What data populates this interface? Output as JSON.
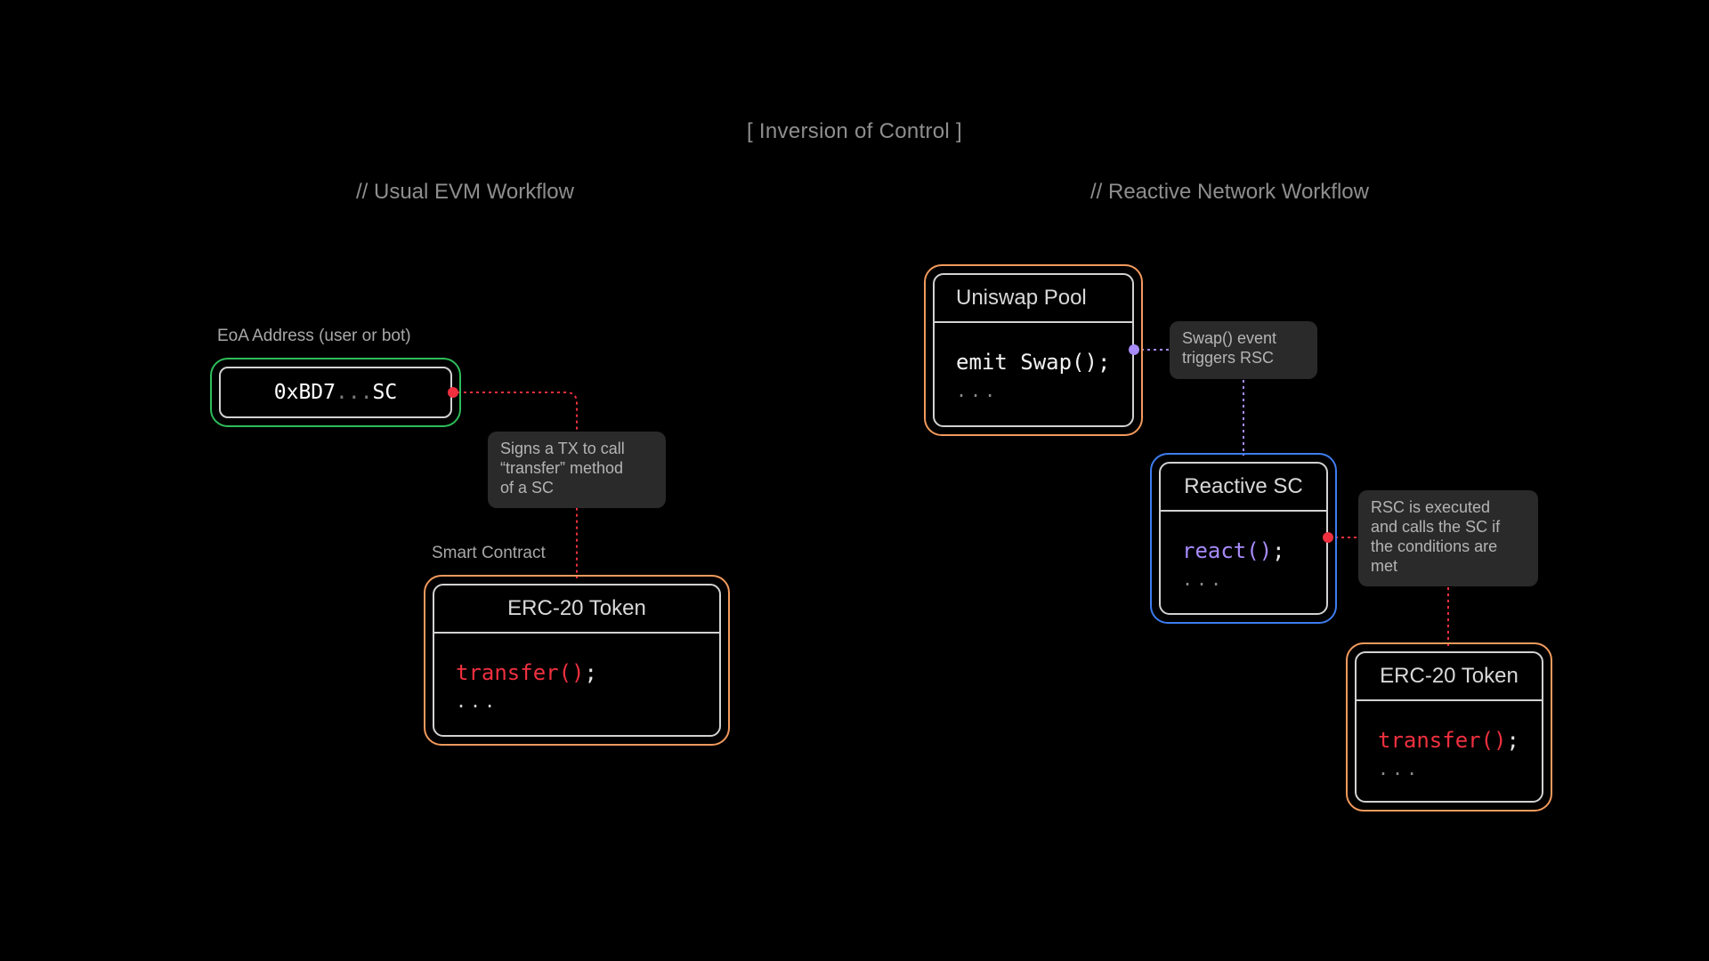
{
  "title": "[ Inversion of Control ]",
  "left": {
    "section_title": "// Usual EVM Workflow",
    "eoa_label": "EoA Address (user or bot)",
    "eoa_address_start": "0xBD7",
    "eoa_address_dots": "...",
    "eoa_address_end": "SC",
    "callout_lines": [
      "Signs a TX to call",
      "“transfer” method",
      "of a SC"
    ],
    "contract_label": "Smart Contract",
    "token_box": {
      "header": "ERC-20 Token",
      "code_fn": "transfer()",
      "code_semicolon": ";",
      "code_more": "..."
    }
  },
  "right": {
    "section_title": "// Reactive Network Workflow",
    "pool_box": {
      "header": "Uniswap Pool",
      "code": "emit Swap();",
      "code_more": "..."
    },
    "swap_callout_lines": [
      "Swap() event",
      "triggers RSC"
    ],
    "reactive_box": {
      "header": "Reactive SC",
      "code_fn": "react()",
      "code_semicolon": ";",
      "code_more": "..."
    },
    "rsc_callout_lines": [
      "RSC is executed",
      "and calls the SC if",
      "the conditions are",
      "met"
    ],
    "token_box": {
      "header": "ERC-20 Token",
      "code_fn": "transfer()",
      "code_semicolon": ";",
      "code_more": "..."
    }
  },
  "colors": {
    "background": "#000000",
    "green_border": "#2ebd59",
    "orange_border": "#f29a5c",
    "blue_border": "#3e7df0",
    "red_accent": "#f0303f",
    "purple_accent": "#a78bfa",
    "callout_bg": "#2a2a2a"
  }
}
